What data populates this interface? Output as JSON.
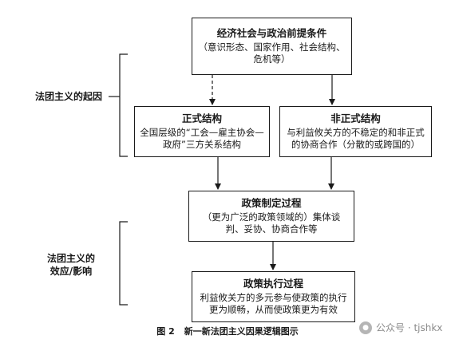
{
  "nodes": {
    "economic_conditions": {
      "title": "经济社会与政治前提条件",
      "body": "（意识形态、国家作用、社会结构、危机等）"
    },
    "formal_structure": {
      "title": "正式结构",
      "body": "全国层级的“工会—雇主协会—政府”三方关系结构"
    },
    "informal_structure": {
      "title": "非正式结构",
      "body": "与利益攸关方的不稳定的和非正式的协商合作（分散的或跨国的）"
    },
    "policy_making": {
      "title": "政策制定过程",
      "body": "（更为广泛的政策领域的）集体谈判、妥协、协商合作等"
    },
    "policy_implementation": {
      "title": "政策执行过程",
      "body": "利益攸关方的多元参与使政策的执行更为顺畅，从而使政策更为有效"
    }
  },
  "brackets": {
    "origin_label": "法团主义的起因",
    "effect_label": "法团主义的效应/影响"
  },
  "caption": {
    "figure_number": "图 2",
    "title": "新一新法团主义因果逻辑图示"
  },
  "watermark": {
    "text": "公众号 · tjshkx"
  }
}
